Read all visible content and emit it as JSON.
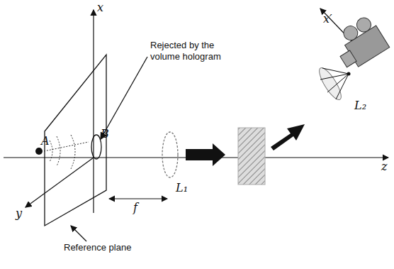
{
  "diagram": {
    "labels": [
      "x",
      "Rejected by the volume hologram",
      "A",
      "B",
      "y",
      "f",
      "Reference plane",
      "L₁",
      "z",
      "x′",
      "L₂"
    ]
  }
}
